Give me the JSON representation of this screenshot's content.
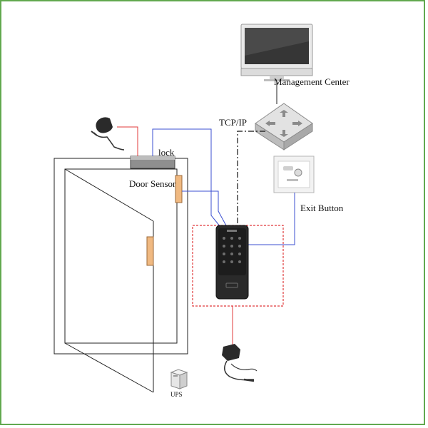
{
  "labels": {
    "management_center": "Management Center",
    "tcp_ip": "TCP/IP",
    "lock": "lock",
    "door_sensor": "Door Sensor",
    "exit_button": "Exit Button",
    "ups": "UPS"
  },
  "colors": {
    "frame_border": "#61a84f",
    "power_wire": "#e0383a",
    "signal_wire": "#3b4fd1",
    "network_wire": "#111111",
    "reader_outline": "#e0383a"
  },
  "icons": {
    "monitor": "monitor-icon",
    "switch": "network-switch-icon",
    "power_adapter": "power-adapter-icon",
    "exit_button": "exit-button-icon",
    "reader": "access-control-terminal-icon",
    "ups": "ups-icon"
  }
}
